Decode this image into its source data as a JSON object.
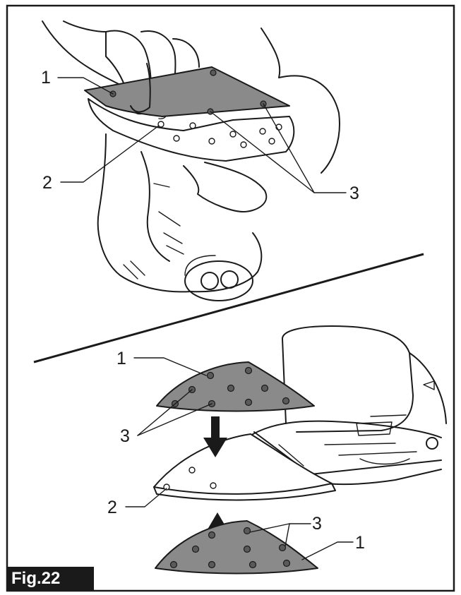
{
  "figure": {
    "label": "Fig.22",
    "callouts": {
      "top_sandpaper": "1",
      "top_pad": "2",
      "top_holes": "3",
      "bottom_sandpaper_upper": "1",
      "bottom_holes_left": "3",
      "bottom_pad": "2",
      "bottom_holes_right": "3",
      "bottom_sandpaper_lower": "1"
    }
  }
}
